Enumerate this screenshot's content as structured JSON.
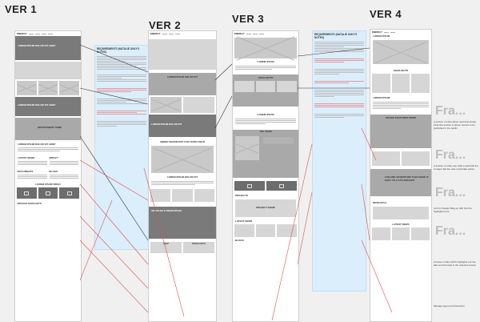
{
  "versions": [
    "VER 1",
    "VER 2",
    "VER 3",
    "VER 4"
  ],
  "brand": "ENERGY",
  "note_title": "REQUIREMENTS (NATALIE ONLY'S NOTES)",
  "ver1": {
    "hero": "LOREM IPSUM DOLOR SIT AMET",
    "section2": "LOREM IPSUM DOLOR SIT AMET",
    "section3": "DEPARTMENT NAME",
    "section4": "LOREM IPSUM DOLOR SIT AMET",
    "latest_news": "LATEST NEWS",
    "impact": "IMPACT",
    "documents": "DOCUMENTS",
    "blogs": "BLOGS",
    "videos": "LOREM IPSUM VIDEO",
    "podcasts": "RECENT PODCASTS"
  },
  "ver2": {
    "block1": "LOREM IPSUM DOLOR SIT",
    "block2": "LOREM IPSUM DOLOR SIT",
    "block3": "LOREM IPSUM DOLOR SIT",
    "subtitle": "UNDER SECRETARY FOR TOPIC FIELD",
    "section": "LOREM IPSUM DOLOR SIT",
    "resources": "ARTICLES & RESOURCES",
    "tab1": "MAP",
    "tab2": "PODCASTS"
  },
  "ver3": {
    "hero": "LOREM IPSUM",
    "highlights": "HIGHLIGHTS",
    "section": "LOREM IPSUM",
    "team": "THE TEAM",
    "projects": "PROJECTS",
    "card": "PROJECT NAME",
    "latest": "LATEST NEWS",
    "blogs": "BLOGS"
  },
  "ver4": {
    "hero": "LOREM IPSUM",
    "highlights": "HIGHLIGHTS",
    "section": "LOREM IPSUM",
    "office": "OFFICE FEATURED ITEMS",
    "cta": "FUN AND ADVENTURE THAT MAKE IT EASY TO A CTA ADD EDIT",
    "research": "RESEARCH",
    "latest": "LATEST NEWS"
  },
  "fragments": [
    "Fra...",
    "Fra...",
    "Fra...",
    "Fra..."
  ],
  "fragment_notes": [
    "A section of information card that shows what this section is about: stories to be published in the public",
    "A section of other use what a solid title list of ways that the user could take action",
    "Link for Design Blog up with first the highlights here",
    "Choose or tabs which highlights our the tabs and the help in the relevant section",
    "Manage layout and hierarchy"
  ]
}
